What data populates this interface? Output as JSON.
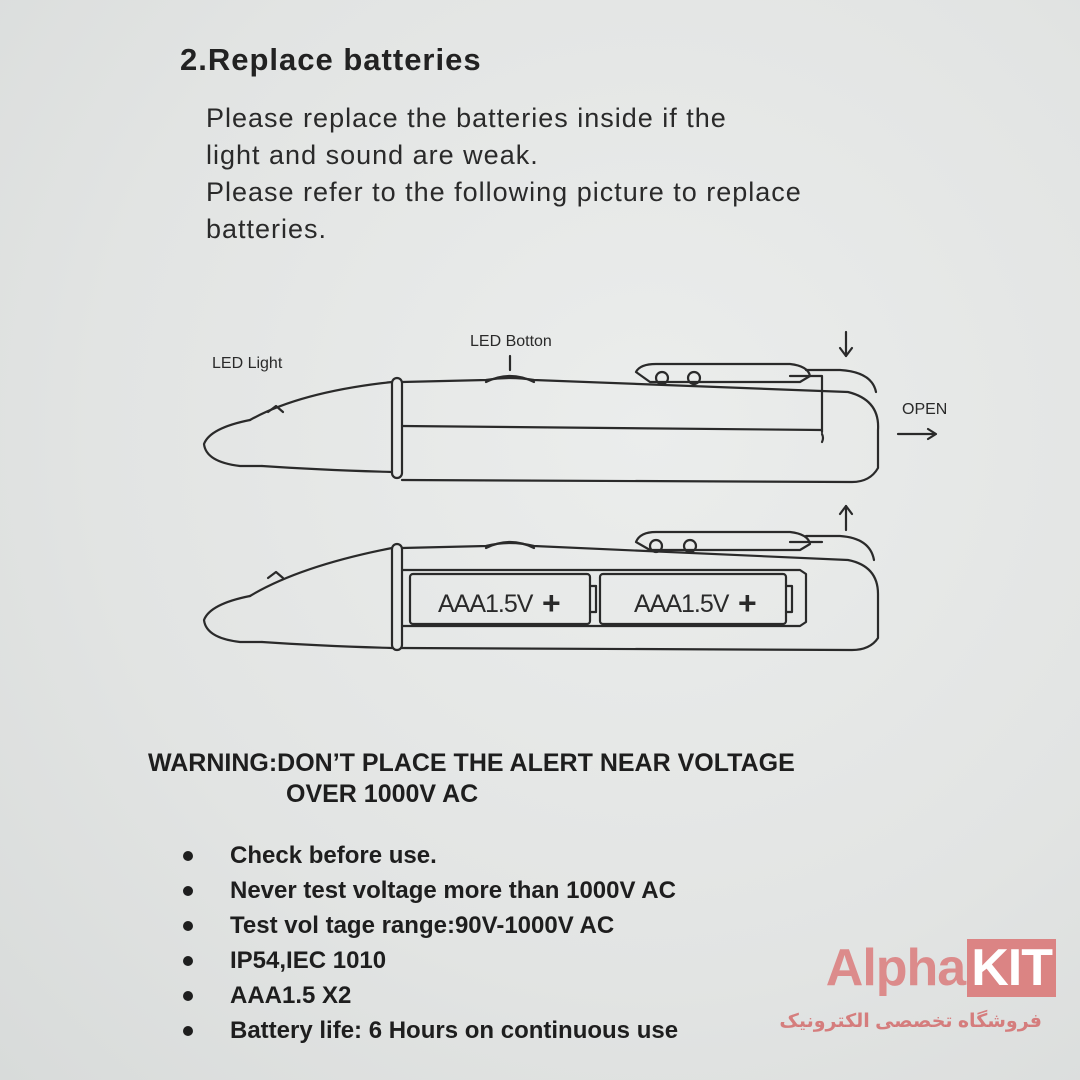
{
  "heading": "2.Replace batteries",
  "intro": {
    "line1": "Please replace the batteries inside if the",
    "line2": "light and sound are weak.",
    "line3": "Please refer to the following picture to replace",
    "line4": "batteries."
  },
  "diagram": {
    "led_light_label": "LED Light",
    "led_button_label": "LED Botton",
    "open_label": "OPEN",
    "battery1_label": "AAA1.5V",
    "battery2_label": "AAA1.5V",
    "plus_sign": "+"
  },
  "warning": {
    "line1": "WARNING:DON’T PLACE THE ALERT NEAR VOLTAGE",
    "line2": "OVER 1000V AC"
  },
  "specs": [
    "Check before use.",
    "Never test voltage more than 1000V AC",
    "Test vol tage range:90V-1000V AC",
    "IP54,IEC 1010",
    "AAA1.5 X2",
    "Battery life: 6 Hours on continuous use"
  ],
  "watermark": {
    "brand_alpha": "Alpha",
    "brand_kit": "KIT",
    "tagline": "فروشگاه تخصصی الکترونیک"
  }
}
